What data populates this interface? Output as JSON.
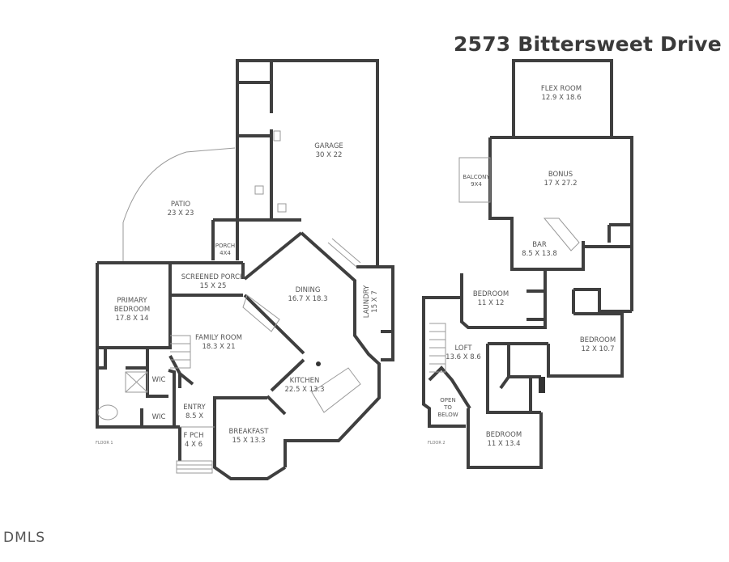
{
  "title": "2573 Bittersweet Drive",
  "logo": "DMLS",
  "floor1": {
    "label": "FLOOR 1",
    "rooms": [
      {
        "name": "GARAGE",
        "size": "30 X 22"
      },
      {
        "name": "PATIO",
        "size": "23 X 23"
      },
      {
        "name": "PORCH",
        "size": "4X4"
      },
      {
        "name": "SCREENED PORCH",
        "size": "15 X 25"
      },
      {
        "name": "PRIMARY",
        "name2": "BEDROOM",
        "size": "17.8 X 14"
      },
      {
        "name": "DINING",
        "size": "16.7 X 18.3"
      },
      {
        "name": "LAUNDRY",
        "size": "15 X 7"
      },
      {
        "name": "FAMILY ROOM",
        "size": "18.3 X 21"
      },
      {
        "name": "KITCHEN",
        "size": "22.5 X 13.3"
      },
      {
        "name": "WIC",
        "size": ""
      },
      {
        "name": "WIC",
        "size": ""
      },
      {
        "name": "ENTRY",
        "size": "8.5 X"
      },
      {
        "name": "BREAKFAST",
        "size": "15 X 13.3"
      },
      {
        "name": "F PCH",
        "size": "4 X 6"
      }
    ]
  },
  "floor2": {
    "label": "FLOOR 2",
    "rooms": [
      {
        "name": "FLEX ROOM",
        "size": "12.9 X 18.6"
      },
      {
        "name": "BONUS",
        "size": "17 X 27.2"
      },
      {
        "name": "BALCONY",
        "size": "9X4"
      },
      {
        "name": "BAR",
        "size": "8.5 X 13.8"
      },
      {
        "name": "BEDROOM",
        "size": "11 X 12"
      },
      {
        "name": "BEDROOM",
        "size": "12 X 10.7"
      },
      {
        "name": "LOFT",
        "size": "13.6 X 8.6"
      },
      {
        "name": "OPEN",
        "name2": "TO",
        "name3": "BELOW"
      },
      {
        "name": "BEDROOM",
        "size": "11 X 13.4"
      }
    ]
  }
}
